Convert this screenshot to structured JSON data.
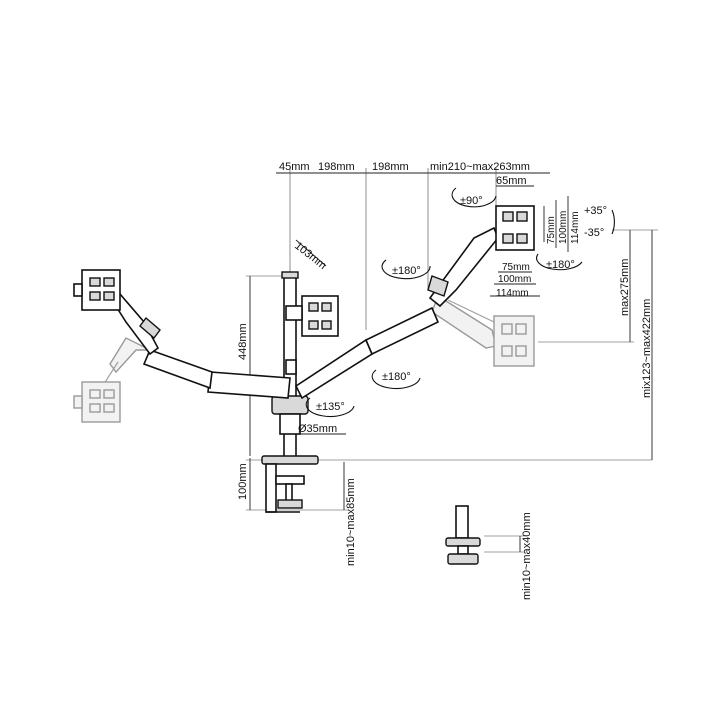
{
  "diagram": {
    "colors": {
      "line": "#111111",
      "ghost": "#9a9a9a",
      "background": "#ffffff"
    },
    "dimensions": {
      "left_offset": "45mm",
      "segment_a": "198mm",
      "segment_b": "198mm",
      "arm_reach": "min210~max263mm",
      "head_offset": "65mm",
      "left_drop": "103mm",
      "pole_height": "448mm",
      "clamp_height": "100mm",
      "pole_diameter": "Ø35mm",
      "vesa_75_h": "75mm",
      "vesa_100_h": "100mm",
      "vesa_114_h": "114mm",
      "vesa_75_w": "75mm",
      "vesa_100_w": "100mm",
      "vesa_114_w": "114mm",
      "height_range": "max275mm",
      "total_range": "mix123~max422mm",
      "clamp_range": "min10~max85mm",
      "grommet_range": "min10~max40mm"
    },
    "rotations": {
      "swivel_top": "±90°",
      "tilt_up": "+35°",
      "tilt_down": "-35°",
      "rotate_head": "±180°",
      "rotate_arm": "±180°",
      "rotate_base_arm": "±180°",
      "rotate_center": "±135°"
    }
  }
}
